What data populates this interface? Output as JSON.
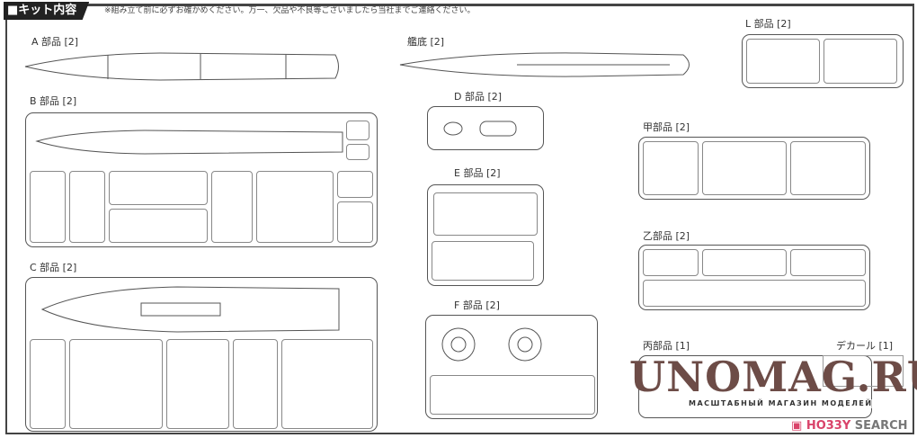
{
  "header": {
    "title": "■キット内容",
    "note": "※組み立て前に必ずお確かめください。万一、欠品や不良等ございましたら当社までご連絡ください。"
  },
  "parts": {
    "a": "A 部品 [2]",
    "hull_bottom": "艦底 [2]",
    "l": "L 部品 [2]",
    "b": "B 部品 [2]",
    "d": "D 部品 [2]",
    "ko": "甲部品 [2]",
    "e": "E 部品 [2]",
    "otsu": "乙部品 [2]",
    "c": "C 部品 [2]",
    "f": "F 部品 [2]",
    "hei": "丙部品 [1]",
    "decal": "デカール [1]"
  },
  "watermark": {
    "title": "UNOMAG.RU",
    "subtitle": "МАСШТАБНЫЙ МАГАЗИН МОДЕЛЕЙ"
  },
  "logo": {
    "hobby": "HO33Y",
    "search": "SEARCH",
    "icon": "hobby-search-logo-icon"
  }
}
